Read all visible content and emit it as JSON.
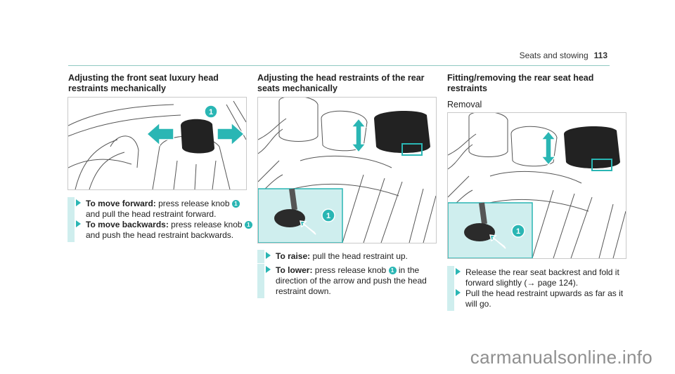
{
  "running_head": {
    "section": "Seats and stowing",
    "page": "113"
  },
  "col1": {
    "title": "Adjusting the front seat luxury head restraints mechanically",
    "figure_callout": "1",
    "steps": [
      {
        "bold": "To move forward:",
        "text_a": " press release knob ",
        "num": "1",
        "text_b": " and pull the head restraint forward."
      },
      {
        "bold": "To move backwards:",
        "text_a": " press release knob ",
        "num": "1",
        "text_b": " and push the head restraint backwards."
      }
    ]
  },
  "col2": {
    "title": "Adjusting the head restraints of the rear seats mechanically",
    "figure_callout": "1",
    "steps": [
      {
        "bold": "To raise:",
        "text_a": " pull the head restraint up.",
        "num": "",
        "text_b": ""
      },
      {
        "bold": "To lower:",
        "text_a": " press release knob ",
        "num": "1",
        "text_b": " in the direction of the arrow and push the head restraint down."
      }
    ]
  },
  "col3": {
    "title": "Fitting/removing the rear seat head restraints",
    "subtitle": "Removal",
    "figure_callout": "1",
    "steps": [
      {
        "text": "Release the rear seat backrest and fold it forward slightly (→ page 124)."
      },
      {
        "text": "Pull the head restraint upwards as far as it will go."
      }
    ]
  },
  "watermark": "carmanualsonline.info",
  "colors": {
    "accent": "#2ab6b4",
    "tint": "#cfeeee",
    "rule": "#8fc9c2"
  }
}
